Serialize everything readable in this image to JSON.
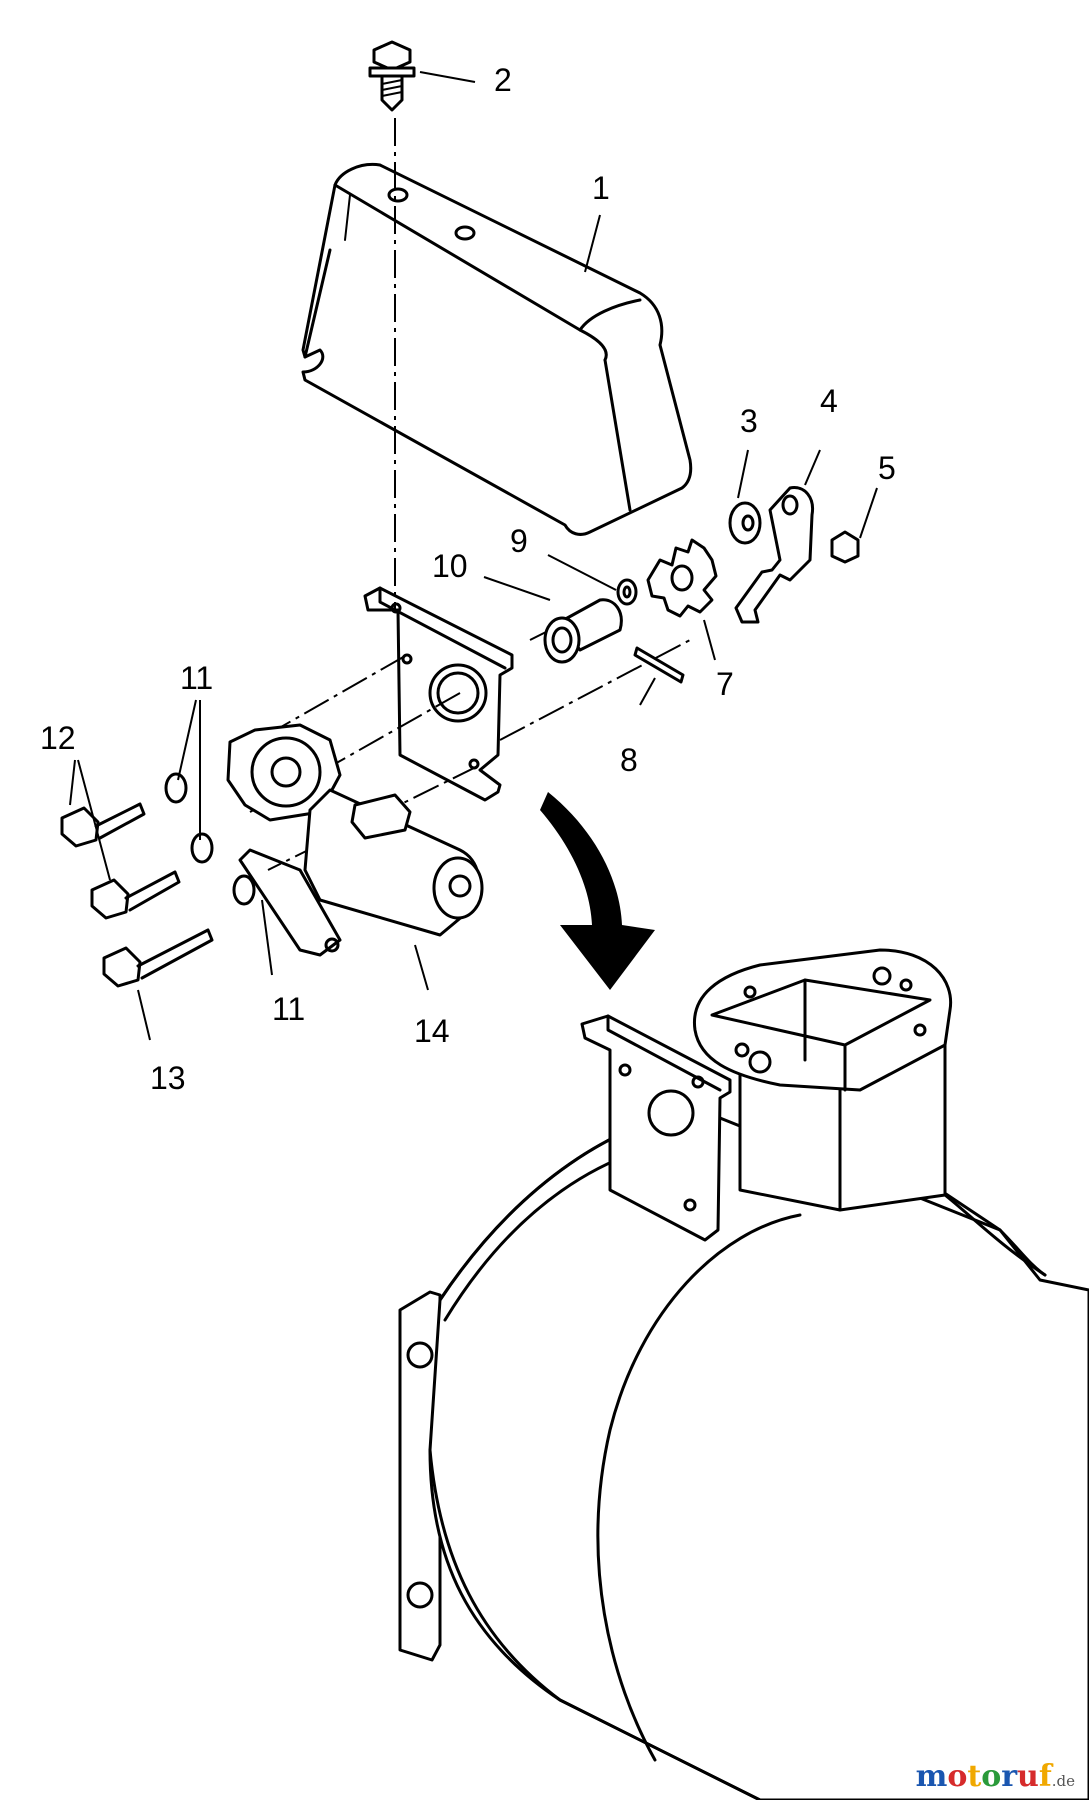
{
  "callouts": {
    "c1": "1",
    "c2": "2",
    "c3": "3",
    "c4": "4",
    "c5": "5",
    "c7": "7",
    "c8": "8",
    "c9": "9",
    "c10": "10",
    "c11a": "11",
    "c11b": "11",
    "c12": "12",
    "c13": "13",
    "c14": "14"
  },
  "watermark": {
    "brand": "motoruf",
    "tld": ".de",
    "colors": [
      "#1a56b0",
      "#d62b2b",
      "#f0a800",
      "#2a9a3a"
    ]
  }
}
